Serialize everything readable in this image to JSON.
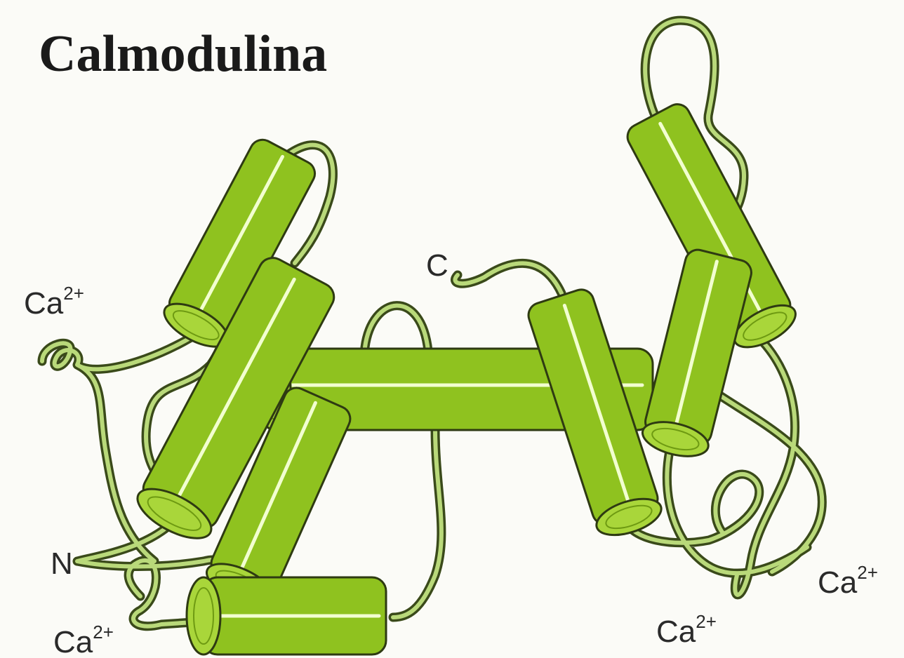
{
  "title": "Calmodulina",
  "labels": {
    "c_terminus": "C",
    "n_terminus": "N",
    "calcium_base": "Ca",
    "calcium_charge": "2+"
  },
  "colors": {
    "helix": "#8fc21f",
    "helix_cap": "#a9d63a",
    "helix_highlight": "#f2ffd0",
    "outline": "#2e3a12",
    "loop": "#b9d97a",
    "background": "#fbfbf7"
  }
}
